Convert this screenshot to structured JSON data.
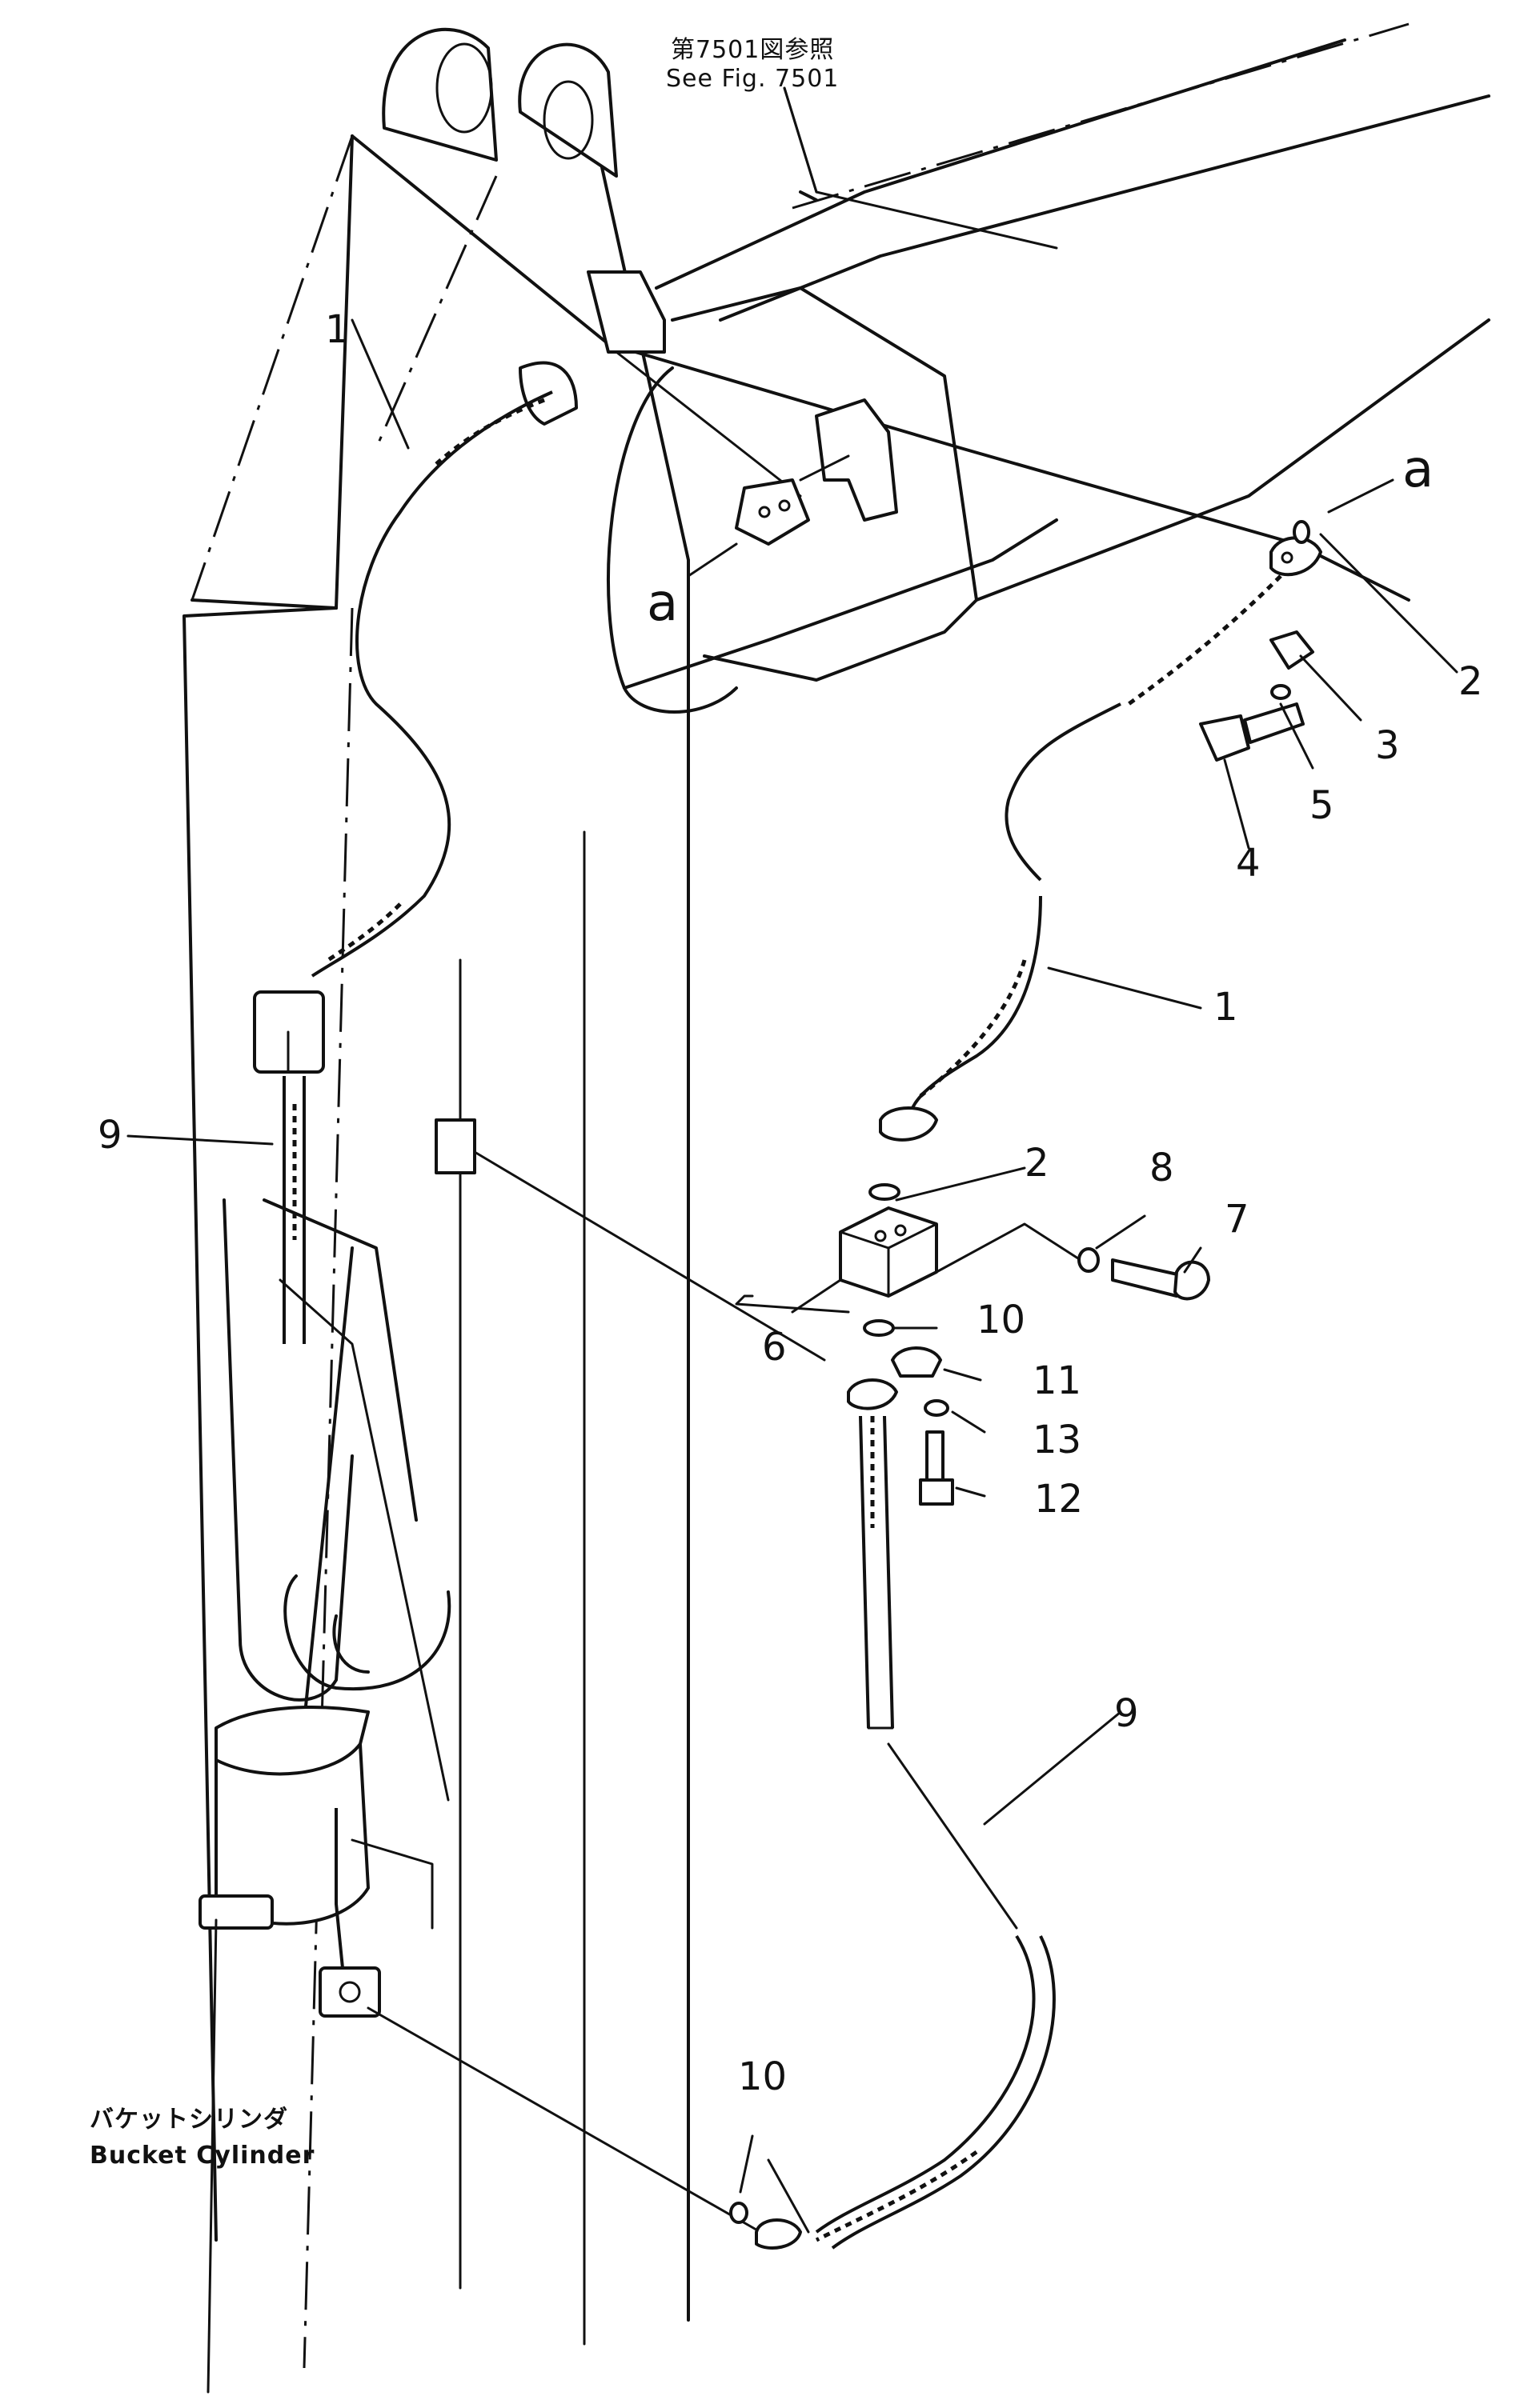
{
  "diagram": {
    "cross_reference": {
      "japanese": "第7501図参照",
      "english": "See Fig. 7501"
    },
    "view_markers": [
      "a",
      "a"
    ],
    "component_caption": {
      "japanese": "バケットシリンダ",
      "english": "Bucket Cylinder"
    },
    "callouts": [
      {
        "number": "1"
      },
      {
        "number": "1"
      },
      {
        "number": "2"
      },
      {
        "number": "2"
      },
      {
        "number": "3"
      },
      {
        "number": "4"
      },
      {
        "number": "5"
      },
      {
        "number": "6"
      },
      {
        "number": "7"
      },
      {
        "number": "8"
      },
      {
        "number": "9"
      },
      {
        "number": "9"
      },
      {
        "number": "10"
      },
      {
        "number": "10"
      },
      {
        "number": "11"
      },
      {
        "number": "12"
      },
      {
        "number": "13"
      }
    ]
  }
}
